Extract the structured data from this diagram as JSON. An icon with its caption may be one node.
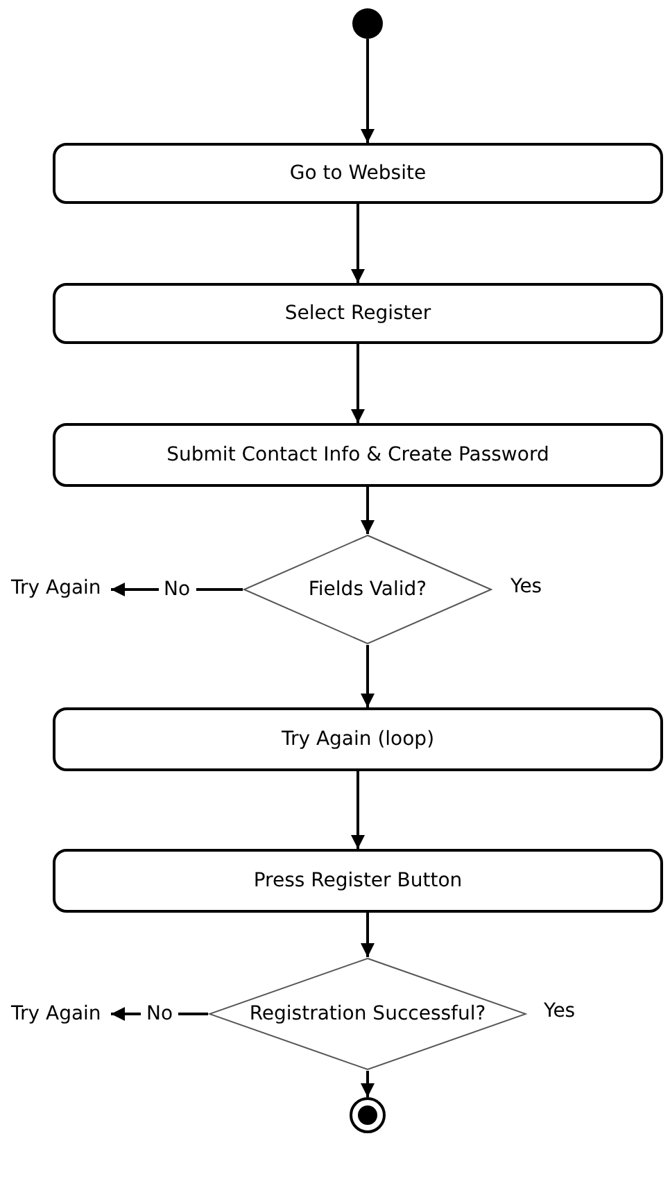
{
  "diagram": {
    "nodes": [
      {
        "text": [],
        "shape": "circle"
      },
      {
        "text": [
          "Go to Website"
        ]
      },
      {
        "text": [
          "Select Register"
        ]
      },
      {
        "text": [
          "Submit Contact Info & Create Password"
        ]
      },
      {
        "text": [
          "Fields Valid?"
        ]
      },
      {
        "text": [
          "Try Again"
        ]
      },
      {
        "text": [
          "Try Again (loop)"
        ]
      },
      {
        "text": [
          "Press Register Button"
        ]
      },
      {
        "text": [
          "Registration Successful?"
        ]
      },
      {
        "text": [
          "Try Again"
        ]
      },
      {
        "text": [],
        "shape": "circle"
      }
    ],
    "edges": [
      {
        "from": 0,
        "to": 1,
        "arrow": "to"
      },
      {
        "from": 1,
        "to": 2,
        "arrow": "to"
      },
      {
        "from": 2,
        "to": 3,
        "arrow": "to"
      },
      {
        "from": 3,
        "to": 4,
        "arrow": "to"
      },
      {
        "from": 4,
        "to": 5,
        "arrow": "to",
        "label": "No"
      },
      {
        "from": 4,
        "to": 6,
        "arrow": "to"
      },
      {
        "from": 6,
        "to": 7,
        "arrow": "to"
      },
      {
        "from": 7,
        "to": 8,
        "arrow": "to"
      },
      {
        "from": 8,
        "to": 9,
        "arrow": "to",
        "label": "No"
      },
      {
        "from": 8,
        "to": 10,
        "arrow": "to"
      }
    ],
    "labels": [
      "Yes",
      "Yes"
    ]
  }
}
